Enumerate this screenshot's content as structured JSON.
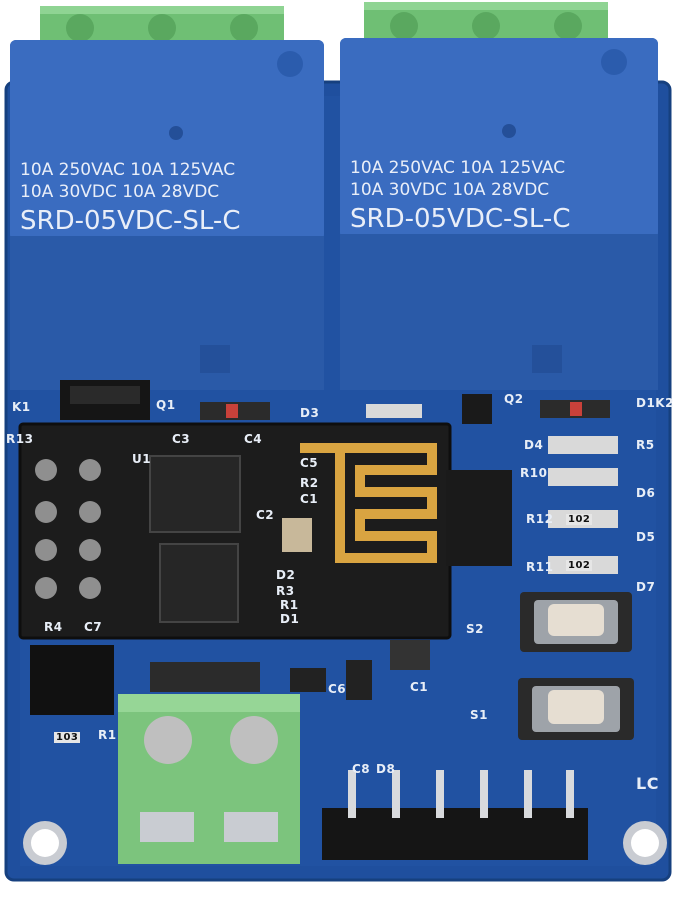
{
  "relays": [
    {
      "rating_line1": "10A 250VAC 10A 125VAC",
      "rating_line2": "10A 30VDC 10A 28VDC",
      "model": "SRD-05VDC-SL-C"
    },
    {
      "rating_line1": "10A 250VAC 10A 125VAC",
      "rating_line2": "10A 30VDC 10A 28VDC",
      "model": "SRD-05VDC-SL-C"
    }
  ],
  "silkscreen": {
    "k1": "K1",
    "d3": "D3",
    "q1": "Q1",
    "r13": "R13",
    "c3": "C3",
    "u1": "U1",
    "c4": "C4",
    "c5": "C5",
    "r2": "R2",
    "c1a": "C1",
    "c2": "C2",
    "d2": "D2",
    "r3": "R3",
    "r1a": "R1",
    "d1a": "D1",
    "r4": "R4",
    "c7": "C7",
    "q2": "Q2",
    "d1k2": "D1K2",
    "d4": "D4",
    "r5": "R5",
    "r10": "R10",
    "d6": "D6",
    "r12": "R12",
    "d5": "D5",
    "r11": "R11",
    "d7": "D7",
    "s2": "S2",
    "s1": "S1",
    "c6": "C6",
    "c1b": "C1",
    "r1b": "R1",
    "c8": "C8",
    "d8": "D8",
    "lc": "LC",
    "res103": "103",
    "res102a": "102",
    "res102b": "102"
  },
  "colors": {
    "pcb": "#1f4f9e",
    "relay": "#2d5fae",
    "terminal": "#7cc47d",
    "module": "#1c1c1c",
    "antenna": "#d9a441"
  }
}
